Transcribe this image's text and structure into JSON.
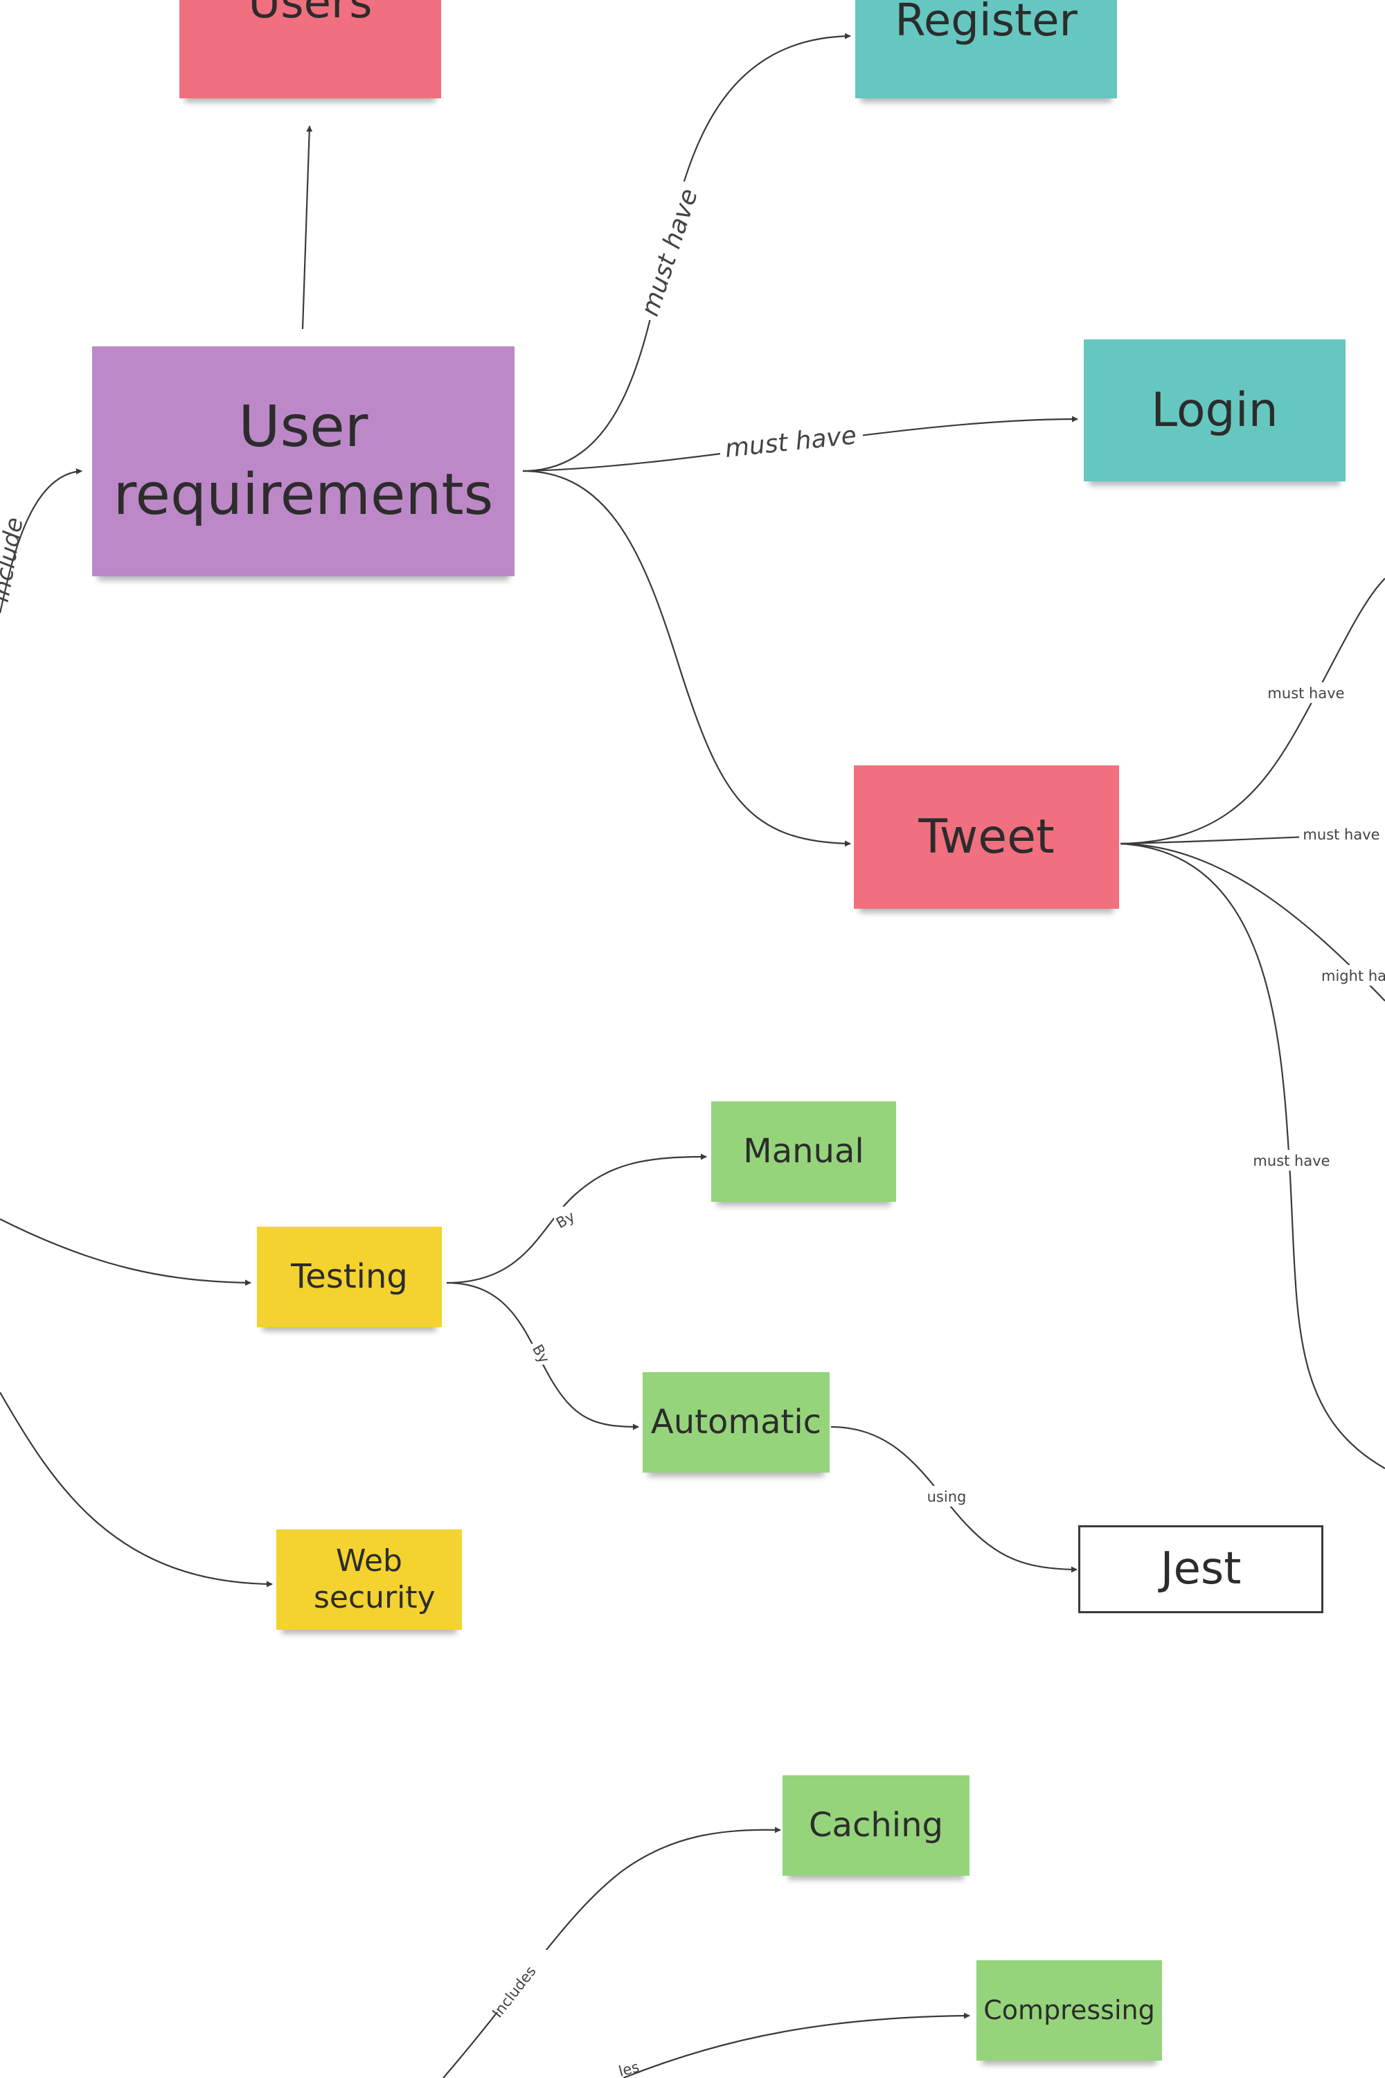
{
  "nodes": {
    "users": "Users",
    "register": "Register",
    "login": "Login",
    "user_requirements": "User requirements",
    "tweet": "Tweet",
    "manual": "Manual",
    "testing": "Testing",
    "automatic": "Automatic",
    "web_security": "Web security",
    "jest": "Jest",
    "caching": "Caching",
    "compressing": "Compressing"
  },
  "edge_labels": {
    "include": "include",
    "must_have_register": "must have",
    "must_have_login": "must have",
    "tweet_must_have_1": "must have",
    "tweet_must_have_2": "must have",
    "tweet_might_have": "might ha",
    "tweet_must_have_3": "must have",
    "testing_by_manual": "By",
    "testing_by_automatic": "By",
    "using": "using",
    "includes": "Includes",
    "compressing_partial": "les"
  },
  "colors": {
    "pink": "#f0707f",
    "teal": "#65c7c0",
    "purple": "#bd88c8",
    "yellow": "#f4d22f",
    "green": "#95d47b",
    "connector": "#3a3a3a"
  }
}
